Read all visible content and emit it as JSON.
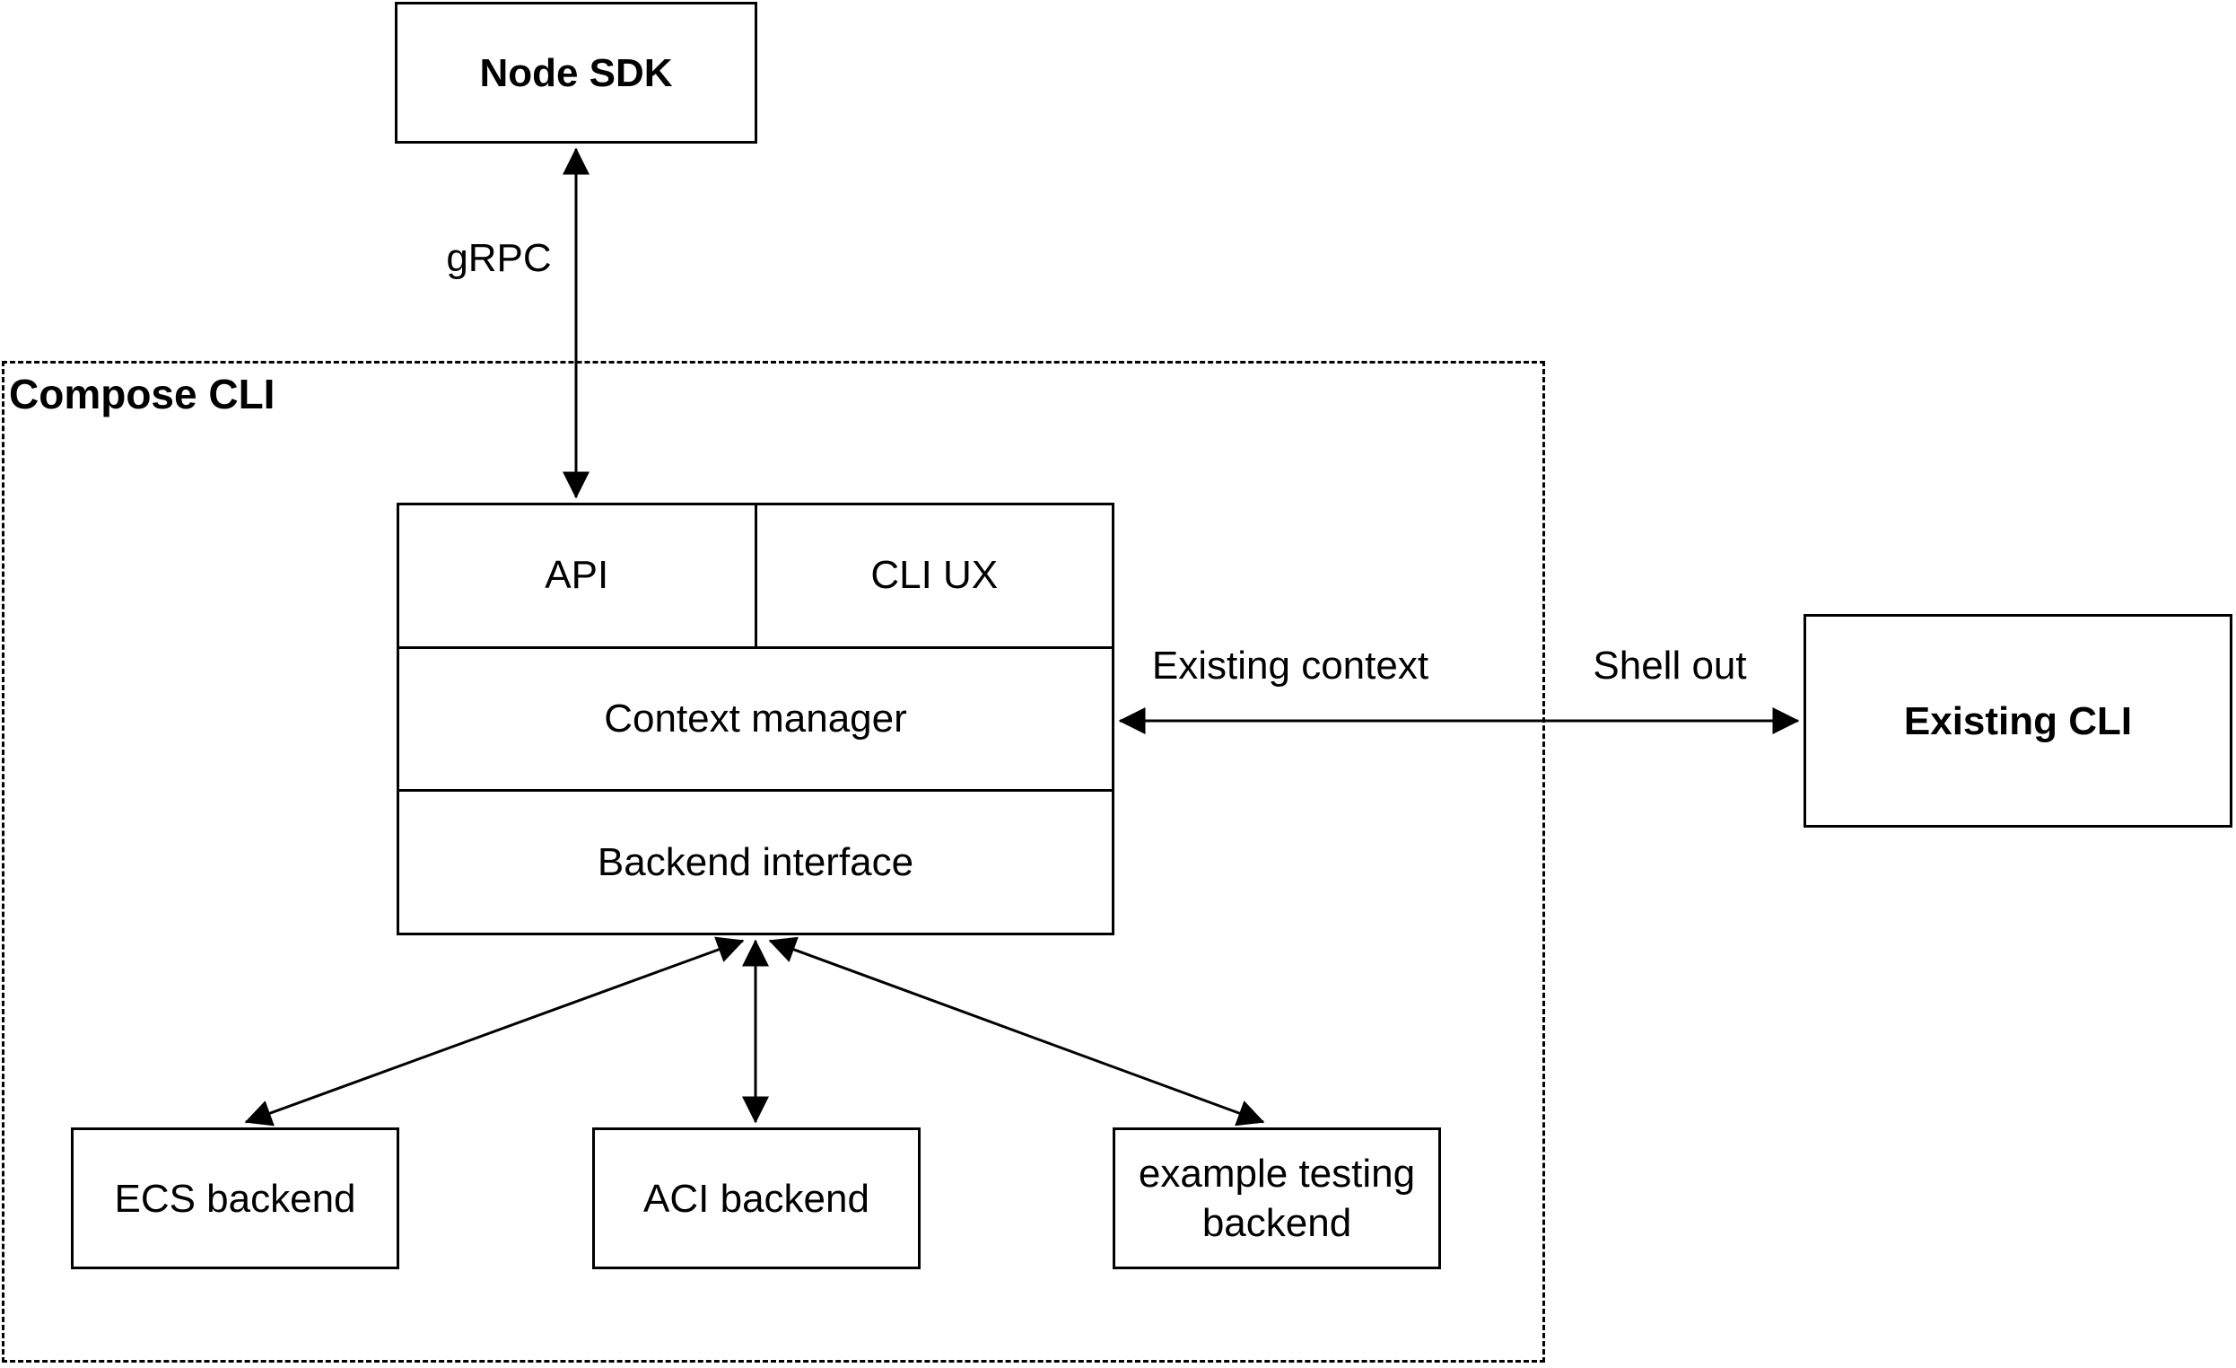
{
  "diagram": {
    "groups": {
      "compose_cli": {
        "label": "Compose CLI"
      }
    },
    "nodes": {
      "node_sdk": {
        "label": "Node SDK"
      },
      "api": {
        "label": "API"
      },
      "cli_ux": {
        "label": "CLI UX"
      },
      "context_manager": {
        "label": "Context manager"
      },
      "backend_interface": {
        "label": "Backend interface"
      },
      "existing_cli": {
        "label": "Existing CLI"
      },
      "ecs_backend": {
        "label": "ECS backend"
      },
      "aci_backend": {
        "label": "ACI backend"
      },
      "example_testing_backend": {
        "label": "example testing backend"
      }
    },
    "edges": {
      "grpc": {
        "label": "gRPC"
      },
      "existing_context": {
        "label": "Existing context"
      },
      "shell_out": {
        "label": "Shell out"
      }
    },
    "colors": {
      "stroke": "#000000",
      "fill": "#ffffff",
      "background": "#ffffff"
    }
  }
}
